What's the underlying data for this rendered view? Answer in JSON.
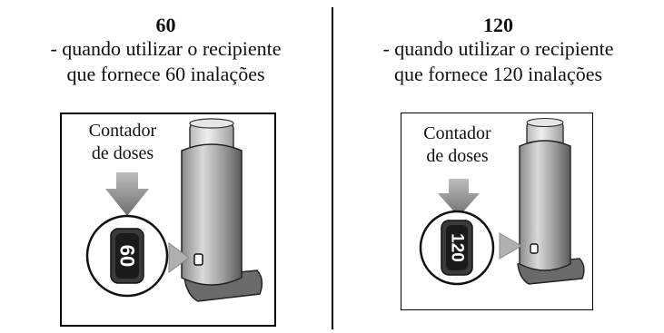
{
  "left": {
    "title": "60",
    "desc_line1": "- quando utilizar o recipiente",
    "desc_line2": "que fornece 60 inalações",
    "label_line1": "Contador",
    "label_line2": "de doses",
    "counter_value": "60"
  },
  "right": {
    "title": "120",
    "desc_line1": "- quando utilizar o recipiente",
    "desc_line2": "que fornece 120 inalações",
    "label_line1": "Contador",
    "label_line2": "de doses",
    "counter_value": "120"
  }
}
